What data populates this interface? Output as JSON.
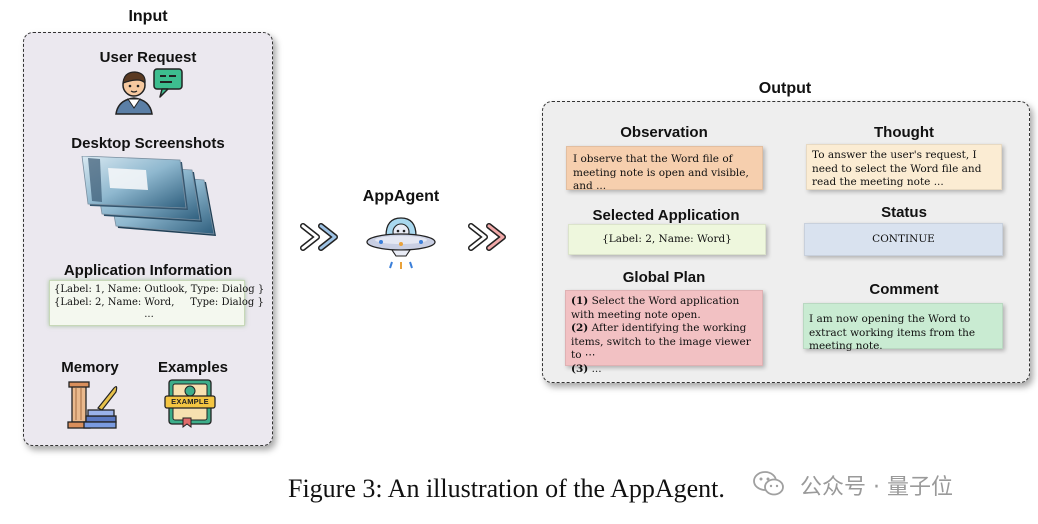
{
  "input": {
    "title": "Input",
    "user_request": "User Request",
    "desktop_screenshots": "Desktop Screenshots",
    "application_information": {
      "title": "Application Information",
      "lines": [
        "{Label: 1, Name: Outlook, Type: Dialog }",
        "{Label: 2, Name: Word,     Type: Dialog }",
        "..."
      ]
    },
    "memory": "Memory",
    "examples": "Examples",
    "example_badge": "EXAMPLE"
  },
  "agent": {
    "name": "AppAgent"
  },
  "output": {
    "title": "Output",
    "observation": {
      "title": "Observation",
      "text": "I observe that the Word file of meeting note is open and visible, and ..."
    },
    "thought": {
      "title": "Thought",
      "text": "To answer the user's request, I need to select the Word file and read the meeting note ..."
    },
    "selected_application": {
      "title": "Selected Application",
      "text": "{Label: 2, Name: Word}"
    },
    "status": {
      "title": "Status",
      "text": "CONTINUE"
    },
    "global_plan": {
      "title": "Global Plan",
      "items": [
        {
          "num": "(1)",
          "text": " Select the Word application with meeting note open."
        },
        {
          "num": "(2)",
          "text": " After identifying the working items, switch to the image viewer to ⋯"
        },
        {
          "num": "(3)",
          "text": " ..."
        }
      ]
    },
    "comment": {
      "title": "Comment",
      "text": "I am now opening the Word to extract working items from the meeting note."
    }
  },
  "caption": "Figure 3: An illustration of the AppAgent.",
  "watermark": "公众号 · 量子位",
  "colors": {
    "input_bg": "#ebe8ef",
    "output_bg": "#eeeeee",
    "observation": "#f6cfae",
    "thought": "#fbecd3",
    "selected_application": "#eef7dd",
    "status": "#d9e2ef",
    "global_plan": "#f2c1c3",
    "comment": "#c9ebd2",
    "app_info": "#f4f8ef",
    "arrow_left": "#9ec3e6",
    "arrow_right": "#f2a9a9"
  }
}
